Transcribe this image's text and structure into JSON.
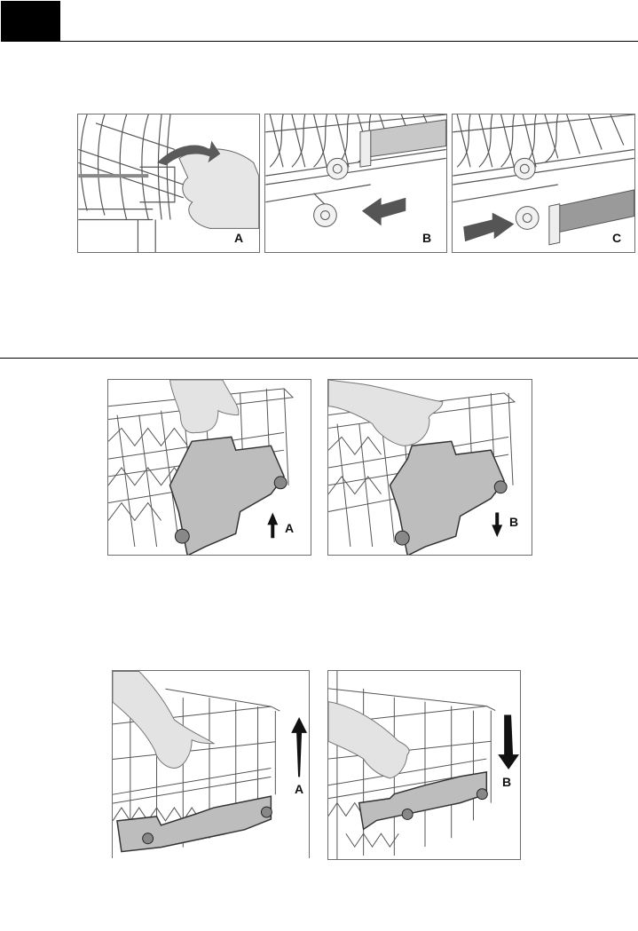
{
  "page": {
    "header": {
      "block_color": "#000000",
      "rule_color": "#000000"
    },
    "section_rule_color": "#000000"
  },
  "figure_1": {
    "description": "Upper basket wheel removal sequence",
    "panels": [
      {
        "id": "A",
        "label": "A",
        "depicts": "hand lifting rail clip upward (curved arrow)"
      },
      {
        "id": "B",
        "label": "B",
        "depicts": "wheel pulled out of rail (arrow left)"
      },
      {
        "id": "C",
        "label": "C",
        "depicts": "wheel inserted into rail end cap (arrow right)"
      }
    ]
  },
  "figure_2": {
    "description": "Upper basket height adjustment with side lever",
    "panels": [
      {
        "id": "A",
        "label": "A",
        "arrow": "up",
        "depicts": "hand lifting basket, lever raised"
      },
      {
        "id": "B",
        "label": "B",
        "arrow": "down",
        "depicts": "hand pressing lever, basket lowered"
      }
    ]
  },
  "figure_3": {
    "description": "Upper basket height adjustment with front rail",
    "panels": [
      {
        "id": "A",
        "label": "A",
        "arrow": "up",
        "depicts": "hand lifting basket upward"
      },
      {
        "id": "B",
        "label": "B",
        "arrow": "down",
        "depicts": "hand pushing basket downward"
      }
    ]
  },
  "colors": {
    "frame": "#6e6e6e",
    "illustration_line": "#555555",
    "illustration_fill": "#d9d9d9",
    "hand_fill": "#e6e6e6",
    "arrow_dark": "#1a1a1a"
  }
}
